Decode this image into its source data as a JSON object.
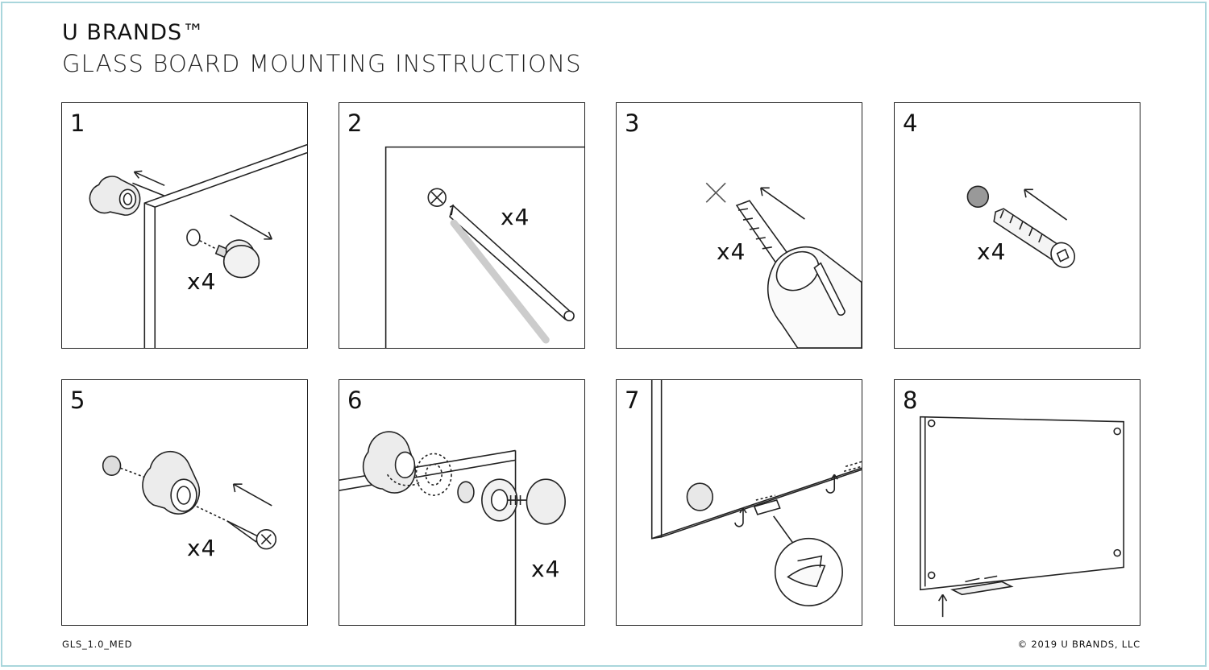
{
  "header": {
    "brand": "U BRANDS™",
    "subtitle": "GLASS BOARD MOUNTING INSTRUCTIONS"
  },
  "steps": [
    {
      "number": "1",
      "quantity": "x4"
    },
    {
      "number": "2",
      "quantity": "x4"
    },
    {
      "number": "3",
      "quantity": "x4"
    },
    {
      "number": "4",
      "quantity": "x4"
    },
    {
      "number": "5",
      "quantity": "x4"
    },
    {
      "number": "6",
      "quantity": "x4"
    },
    {
      "number": "7"
    },
    {
      "number": "8"
    }
  ],
  "footer": {
    "code": "GLS_1.0_MED",
    "copyright": "© 2019 U BRANDS, LLC"
  },
  "colors": {
    "frame": "#a9d6dc",
    "ink": "#222222",
    "shade": "#cccccc"
  },
  "icons": [
    "arrow-icon",
    "standoff-icon",
    "pencil-icon",
    "drill-icon",
    "anchor-icon",
    "screw-icon",
    "board-icon",
    "hook-icon"
  ]
}
